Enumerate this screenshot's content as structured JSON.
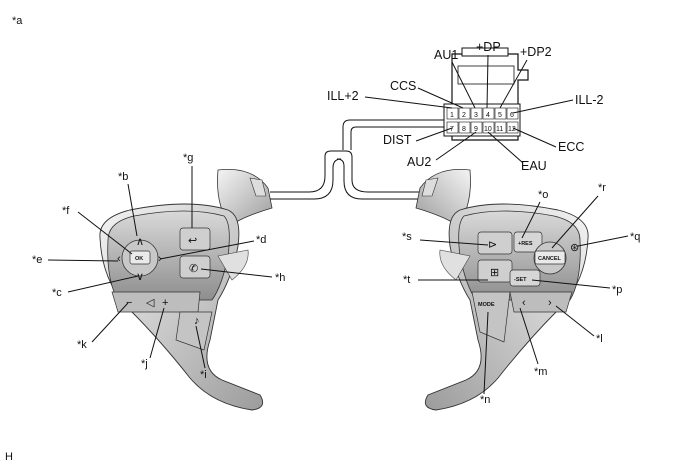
{
  "figure_id": "*a",
  "corner_mark": "H",
  "connector": {
    "pins_top": [
      "1",
      "2",
      "3",
      "4",
      "5",
      "6"
    ],
    "pins_bottom": [
      "7",
      "8",
      "9",
      "10",
      "11",
      "12"
    ],
    "labels": {
      "au1": "AU1",
      "dp": "+DP",
      "dp2": "+DP2",
      "ccs": "CCS",
      "ill2p": "ILL+2",
      "ill2m": "ILL-2",
      "dist": "DIST",
      "ecc": "ECC",
      "au2": "AU2",
      "eau": "EAU"
    }
  },
  "callouts": {
    "b": "*b",
    "c": "*c",
    "d": "*d",
    "e": "*e",
    "f": "*f",
    "g": "*g",
    "h": "*h",
    "i": "*i",
    "j": "*j",
    "k": "*k",
    "l": "*l",
    "m": "*m",
    "n": "*n",
    "o": "*o",
    "p": "*p",
    "q": "*q",
    "r": "*r",
    "s": "*s",
    "t": "*t"
  },
  "buttons": {
    "ok": "OK",
    "res": "+RES",
    "cancel": "CANCEL",
    "set": "-SET",
    "mode": "MODE",
    "minus": "−",
    "plus": "+"
  }
}
